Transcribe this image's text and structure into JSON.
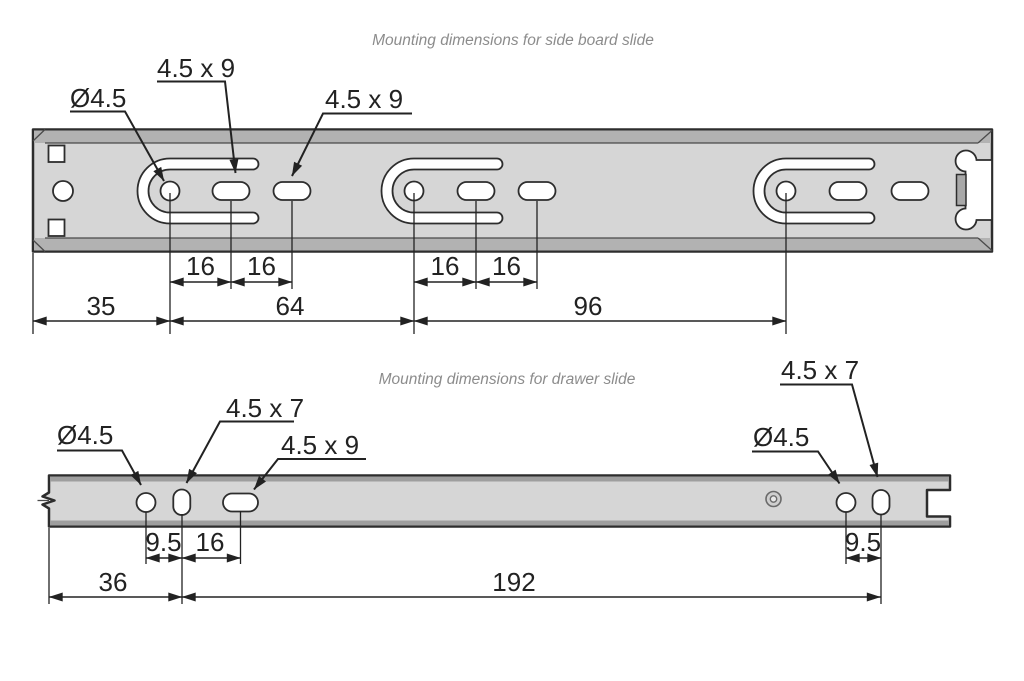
{
  "titles": {
    "top": "Mounting dimensions for side board slide",
    "bottom": "Mounting dimensions for drawer slide"
  },
  "top_slide": {
    "callout_hole": "Ø4.5",
    "callout_slot_a": "4.5 x 9",
    "callout_slot_b": "4.5 x 9",
    "dim_16_1": "16",
    "dim_16_2": "16",
    "dim_16_3": "16",
    "dim_16_4": "16",
    "dim_35": "35",
    "dim_64": "64",
    "dim_96": "96"
  },
  "drawer_slide": {
    "callout_hole_left": "Ø4.5",
    "callout_slot_small_left": "4.5 x 7",
    "callout_slot_long": "4.5 x 9",
    "callout_slot_small_right": "4.5 x 7",
    "callout_hole_right": "Ø4.5",
    "dim_95_left": "9.5",
    "dim_16": "16",
    "dim_95_right": "9.5",
    "dim_36": "36",
    "dim_192": "192"
  },
  "colors": {
    "outline": "#2d2d2d",
    "rail_face": "#d6d6d6",
    "rail_band": "#b2b2b2",
    "rail_band_dark": "#9e9e9e",
    "cutout": "#ffffff",
    "dimension_text": "#222222",
    "title_text": "#8c8c8c"
  }
}
